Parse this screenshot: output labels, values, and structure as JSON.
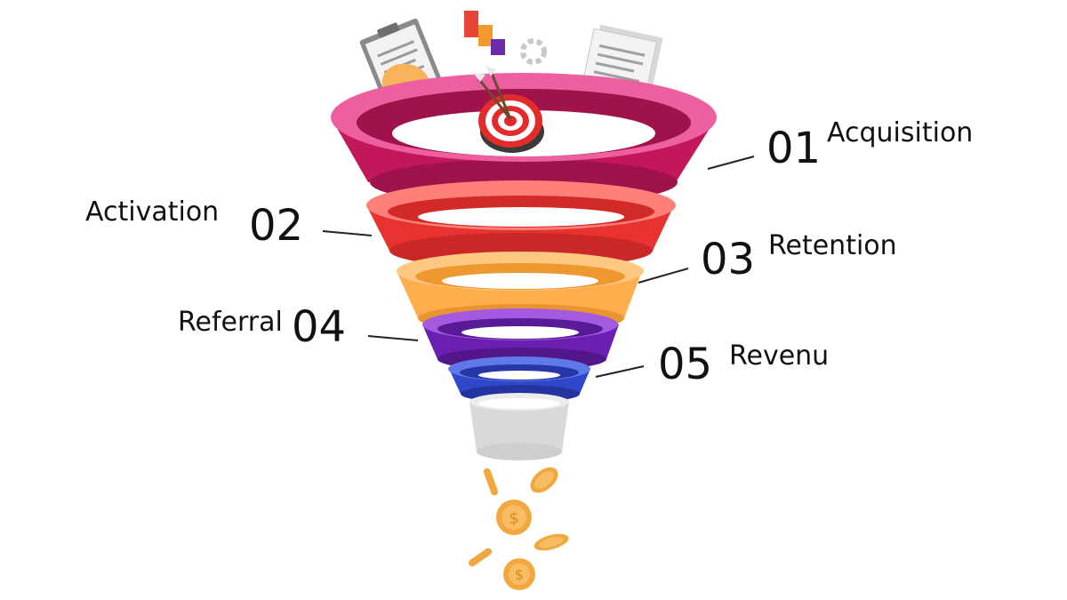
{
  "stages": [
    {
      "number": "01",
      "name": "Acquisition",
      "color": "#c2185b",
      "light": "#ee5fa0"
    },
    {
      "number": "02",
      "name": "Activation",
      "color": "#e8322f",
      "light": "#ff8078"
    },
    {
      "number": "03",
      "name": "Retention",
      "color": "#ffad4d",
      "light": "#ffc882"
    },
    {
      "number": "04",
      "name": "Referral",
      "color": "#6a1fb0",
      "light": "#a35ae0"
    },
    {
      "number": "05",
      "name": "Revenu",
      "color": "#2f47c8",
      "light": "#5f7ae8"
    }
  ],
  "spout_color": "#d9d9d9",
  "coin_color": "#f3a73f",
  "icons": [
    "clipboard-icon",
    "chat-bubble-icon",
    "bar-blocks-icon",
    "target-icon",
    "gear-icon",
    "documents-icon",
    "dollar-coin-icon"
  ]
}
